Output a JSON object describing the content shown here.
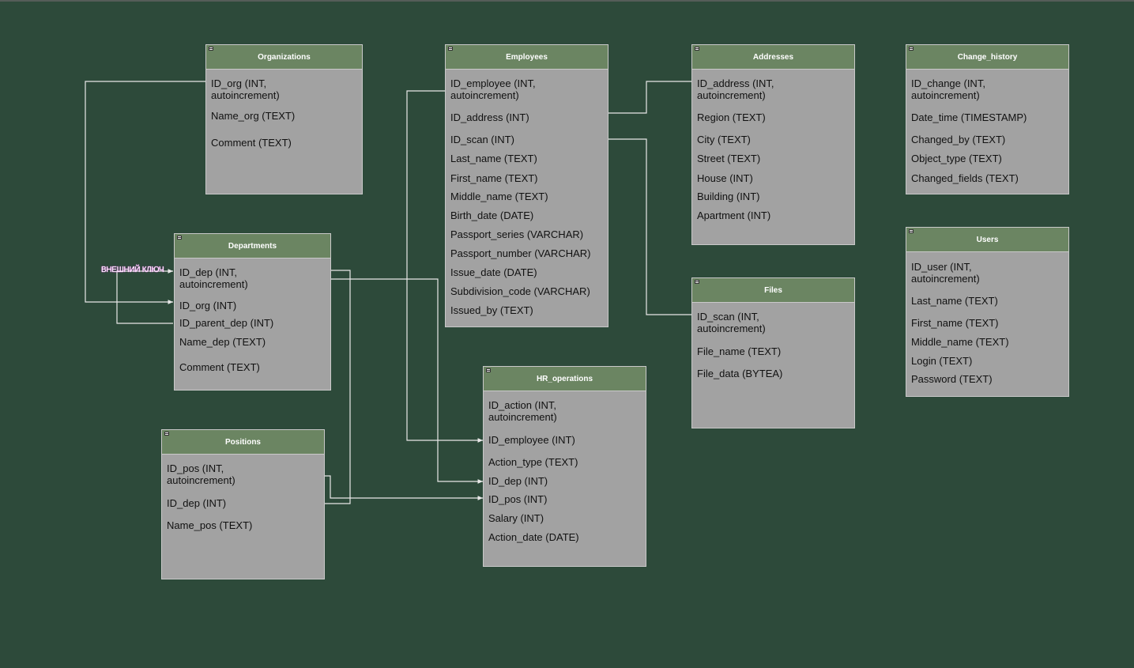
{
  "diagram": {
    "fk_label": "ВНЕШНИЙ КЛЮЧ",
    "colors": {
      "background": "#2d4a3a",
      "header": "#6b8562",
      "body": "#a2a2a2",
      "connector": "#e8e8e8"
    },
    "tables": {
      "organizations": {
        "title": "Organizations",
        "fields": [
          "ID_org (INT,\nautoincrement)",
          "Name_org (TEXT)",
          "Comment (TEXT)"
        ]
      },
      "employees": {
        "title": "Employees",
        "fields": [
          "ID_employee (INT,\nautoincrement)",
          "ID_address (INT)",
          "ID_scan (INT)",
          "Last_name (TEXT)",
          "First_name (TEXT)",
          "Middle_name (TEXT)",
          "Birth_date (DATE)",
          "Passport_series (VARCHAR)",
          "Passport_number (VARCHAR)",
          "Issue_date (DATE)",
          "Subdivision_code (VARCHAR)",
          "Issued_by (TEXT)"
        ]
      },
      "addresses": {
        "title": "Addresses",
        "fields": [
          "ID_address (INT,\nautoincrement)",
          "Region (TEXT)",
          "City (TEXT)",
          "Street (TEXT)",
          "House (INT)",
          "Building (INT)",
          "Apartment (INT)"
        ]
      },
      "change_history": {
        "title": "Change_history",
        "fields": [
          "ID_change (INT,\nautoincrement)",
          "Date_time (TIMESTAMP)",
          "Changed_by (TEXT)",
          "Object_type (TEXT)",
          "Changed_fields (TEXT)"
        ]
      },
      "departments": {
        "title": "Departments",
        "fields": [
          "ID_dep (INT,\nautoincrement)",
          "ID_org (INT)",
          "ID_parent_dep (INT)",
          "Name_dep (TEXT)",
          "Comment (TEXT)"
        ]
      },
      "users": {
        "title": "Users",
        "fields": [
          "ID_user (INT,\nautoincrement)",
          "Last_name (TEXT)",
          "First_name (TEXT)",
          "Middle_name (TEXT)",
          "Login (TEXT)",
          "Password (TEXT)"
        ]
      },
      "files": {
        "title": "Files",
        "fields": [
          "ID_scan (INT,\nautoincrement)",
          "File_name (TEXT)",
          "File_data (BYTEA)"
        ]
      },
      "hr_operations": {
        "title": "HR_operations",
        "fields": [
          "ID_action (INT,\nautoincrement)",
          "ID_employee (INT)",
          "Action_type (TEXT)",
          "ID_dep (INT)",
          "ID_pos (INT)",
          "Salary (INT)",
          "Action_date (DATE)"
        ]
      },
      "positions": {
        "title": "Positions",
        "fields": [
          "ID_pos (INT,\nautoincrement)",
          "ID_dep (INT)",
          "Name_pos (TEXT)"
        ]
      }
    }
  }
}
